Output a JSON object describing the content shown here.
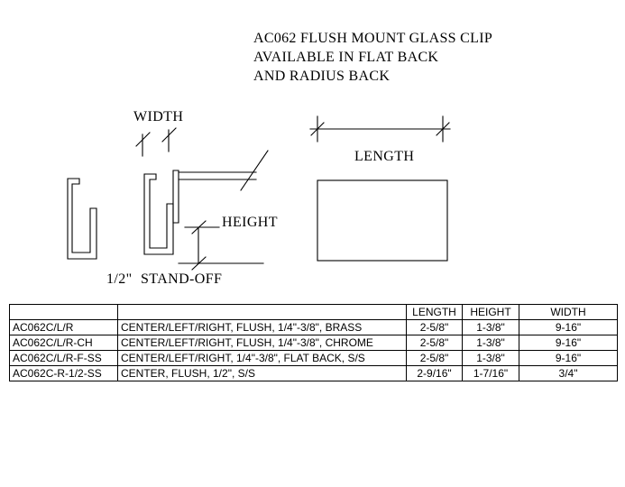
{
  "colors": {
    "ink": "#000000",
    "background": "#ffffff"
  },
  "title": {
    "line1": "AC062 FLUSH MOUNT GLASS CLIP",
    "line2": "AVAILABLE IN FLAT BACK",
    "line3": "AND RADIUS BACK"
  },
  "diagram": {
    "width_label": "WIDTH",
    "height_label": "HEIGHT",
    "length_label": "LENGTH",
    "standoff_value": "1/2\"",
    "standoff_label": "STAND-OFF"
  },
  "table": {
    "headers": [
      "",
      "",
      "LENGTH",
      "HEIGHT",
      "WIDTH"
    ],
    "rows": [
      {
        "part": "AC062C/L/R",
        "desc": "CENTER/LEFT/RIGHT, FLUSH, 1/4\"-3/8\", BRASS",
        "length": "2-5/8\"",
        "height": "1-3/8\"",
        "width": "9-16\""
      },
      {
        "part": "AC062C/L/R-CH",
        "desc": "CENTER/LEFT/RIGHT, FLUSH, 1/4\"-3/8\", CHROME",
        "length": "2-5/8\"",
        "height": "1-3/8\"",
        "width": "9-16\""
      },
      {
        "part": "AC062C/L/R-F-SS",
        "desc": "CENTER/LEFT/RIGHT, 1/4\"-3/8\", FLAT BACK, S/S",
        "length": "2-5/8\"",
        "height": "1-3/8\"",
        "width": "9-16\""
      },
      {
        "part": "AC062C-R-1/2-SS",
        "desc": "CENTER, FLUSH, 1/2\", S/S",
        "length": "2-9/16\"",
        "height": "1-7/16\"",
        "width": "3/4\""
      }
    ]
  }
}
